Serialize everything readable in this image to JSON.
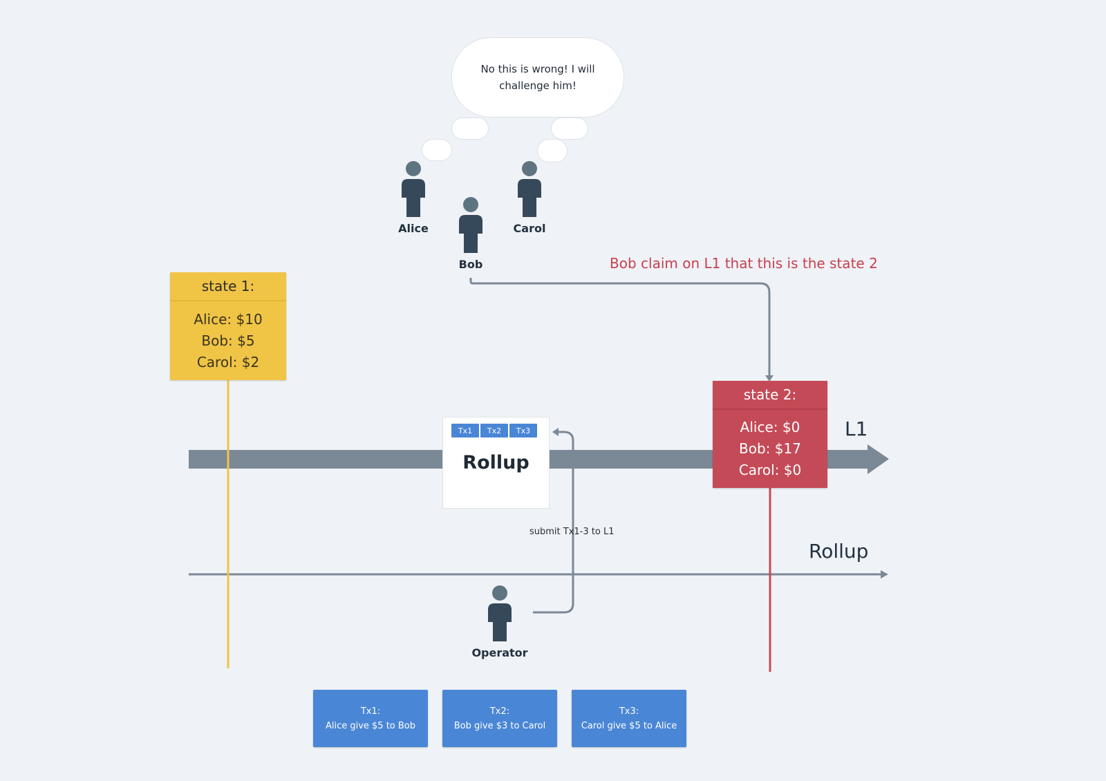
{
  "thought": {
    "text": "No this is wrong! I will challenge him!"
  },
  "people": {
    "alice": "Alice",
    "bob": "Bob",
    "carol": "Carol",
    "operator": "Operator"
  },
  "claim_label": "Bob claim on L1 that this is the state 2",
  "submit_label": "submit Tx1-3 to L1",
  "state1": {
    "title": "state 1:",
    "lines": [
      "Alice: $10",
      "Bob: $5",
      "Carol: $2"
    ]
  },
  "state2": {
    "title": "state 2:",
    "lines": [
      "Alice: $0",
      "Bob: $17",
      "Carol: $0"
    ]
  },
  "rollup_card": {
    "tabs": [
      "Tx1",
      "Tx2",
      "Tx3"
    ],
    "title": "Rollup"
  },
  "axes": {
    "l1": "L1",
    "rollup": "Rollup"
  },
  "transactions": [
    {
      "title": "Tx1:",
      "desc": "Alice give $5 to Bob"
    },
    {
      "title": "Tx2:",
      "desc": "Bob give $3 to Carol"
    },
    {
      "title": "Tx3:",
      "desc": "Carol give $5 to Alice"
    }
  ],
  "colors": {
    "l1_bar": "#7b8896",
    "state1": "#f0c445",
    "state2": "#c44a57",
    "tx": "#4a86d6",
    "person": "#36495a",
    "person_head": "#5e7481",
    "claim_text": "#c7404f"
  }
}
